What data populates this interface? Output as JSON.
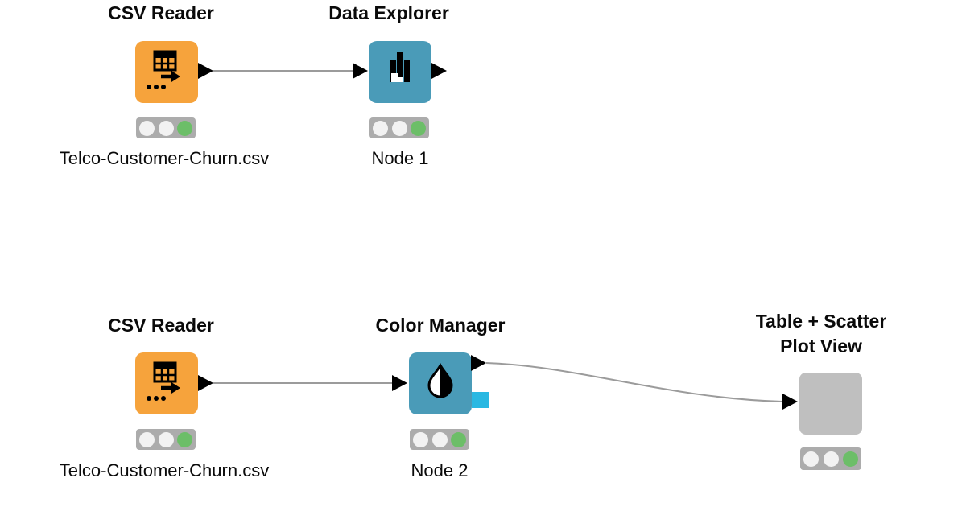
{
  "app": {
    "name": "KNIME workflow editor canvas",
    "background": "#ffffff"
  },
  "colors": {
    "reader_node": "#F6A33C",
    "teal_node": "#4A9BB8",
    "component_node": "#BFBFBF",
    "color_model_port": "#29B8E2",
    "connection_line": "#9B9B9B",
    "port_black": "#000000",
    "traffic_bg": "#ACACAC",
    "light_off": "#F2F2F2",
    "light_green": "#6CBE68",
    "text": "#0a0a0a"
  },
  "workflow": {
    "nodes": [
      {
        "title": "CSV Reader",
        "label": "Telco-Customer-Churn.csv",
        "icon": "table-export-icon",
        "status": "executed"
      },
      {
        "title": "Data Explorer",
        "label": "Node 1",
        "icon": "histogram-icon",
        "status": "executed"
      },
      {
        "title": "CSV Reader",
        "label": "Telco-Customer-Churn.csv",
        "icon": "table-export-icon",
        "status": "executed"
      },
      {
        "title": "Color Manager",
        "label": "Node 2",
        "icon": "color-droplet-icon",
        "status": "executed"
      },
      {
        "title_line1": "Table + Scatter",
        "title_line2": "Plot View",
        "icon": "none",
        "status": "executed"
      }
    ],
    "connections": [
      {
        "from": "CSV Reader",
        "to": "Data Explorer"
      },
      {
        "from": "CSV Reader",
        "to": "Color Manager"
      },
      {
        "from": "Color Manager",
        "to": "Table + Scatter Plot View"
      }
    ]
  }
}
